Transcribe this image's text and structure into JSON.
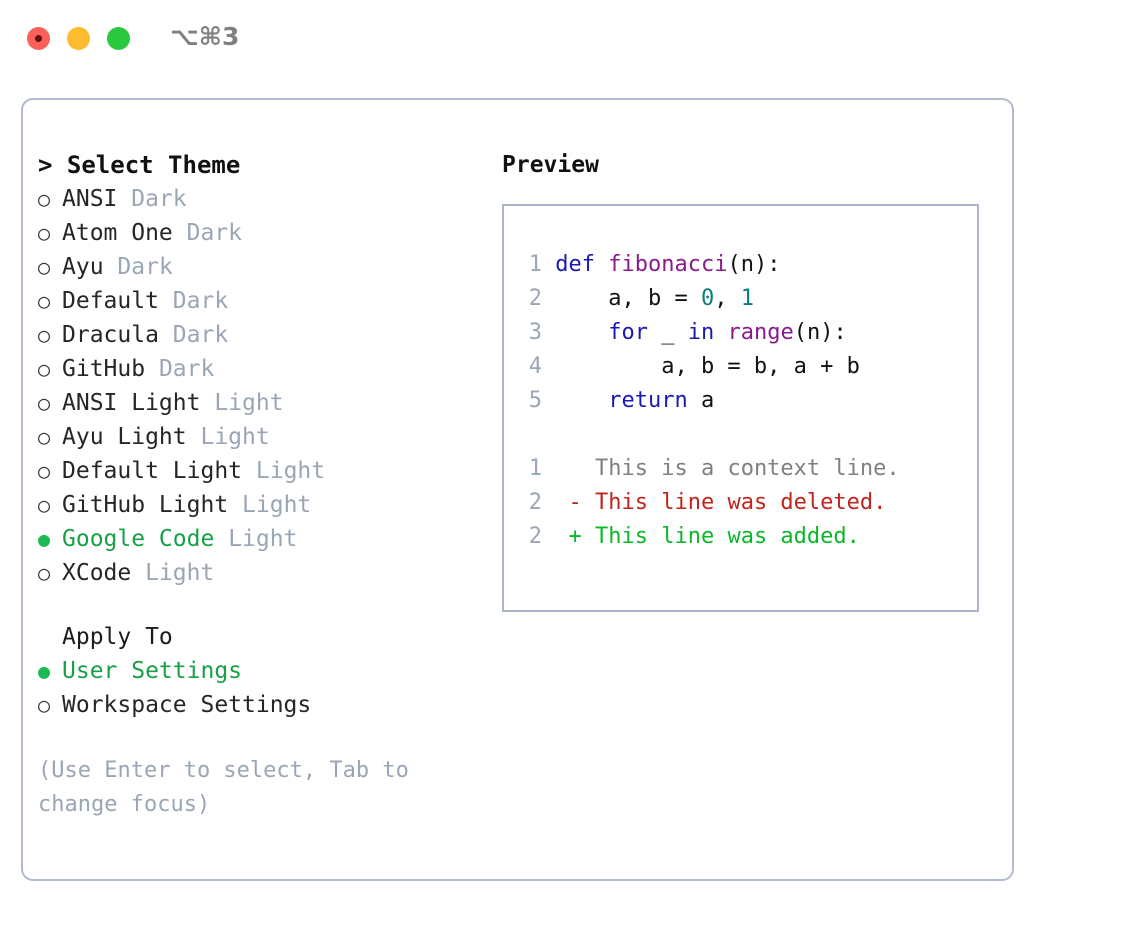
{
  "titlebar": {
    "shortcut": "⌥⌘3",
    "buttons": {
      "close": "close-button",
      "minimize": "minimize-button",
      "maximize": "maximize-button"
    },
    "colors": {
      "close": "#fc6058",
      "minimize": "#fdbc2f",
      "maximize": "#2bc840"
    }
  },
  "theme_picker": {
    "header": "> Select Theme",
    "options": [
      {
        "bullet": "○",
        "name": "ANSI",
        "category": "Dark",
        "selected": false
      },
      {
        "bullet": "○",
        "name": "Atom One",
        "category": "Dark",
        "selected": false
      },
      {
        "bullet": "○",
        "name": "Ayu",
        "category": "Dark",
        "selected": false
      },
      {
        "bullet": "○",
        "name": "Default",
        "category": "Dark",
        "selected": false
      },
      {
        "bullet": "○",
        "name": "Dracula",
        "category": "Dark",
        "selected": false
      },
      {
        "bullet": "○",
        "name": "GitHub",
        "category": "Dark",
        "selected": false
      },
      {
        "bullet": "○",
        "name": "ANSI Light",
        "category": "Light",
        "selected": false
      },
      {
        "bullet": "○",
        "name": "Ayu Light",
        "category": "Light",
        "selected": false
      },
      {
        "bullet": "○",
        "name": "Default Light",
        "category": "Light",
        "selected": false
      },
      {
        "bullet": "○",
        "name": "GitHub Light",
        "category": "Light",
        "selected": false
      },
      {
        "bullet": "●",
        "name": "Google Code",
        "category": "Light",
        "selected": true
      },
      {
        "bullet": "○",
        "name": "XCode",
        "category": "Light",
        "selected": false
      }
    ]
  },
  "apply_to": {
    "header": "Apply To",
    "options": [
      {
        "bullet": "●",
        "name": "User Settings",
        "selected": true
      },
      {
        "bullet": "○",
        "name": "Workspace Settings",
        "selected": false
      }
    ]
  },
  "hint": "(Use Enter to select, Tab to change focus)",
  "preview": {
    "title": "Preview",
    "code_lines": [
      {
        "num": "1",
        "tokens": [
          {
            "t": "def",
            "c": "kw"
          },
          {
            "t": " ",
            "c": "pl"
          },
          {
            "t": "fibonacci",
            "c": "fn"
          },
          {
            "t": "(n):",
            "c": "pl"
          }
        ]
      },
      {
        "num": "2",
        "tokens": [
          {
            "t": "    a, b = ",
            "c": "pl"
          },
          {
            "t": "0",
            "c": "num"
          },
          {
            "t": ", ",
            "c": "pl"
          },
          {
            "t": "1",
            "c": "num"
          }
        ]
      },
      {
        "num": "3",
        "tokens": [
          {
            "t": "    ",
            "c": "pl"
          },
          {
            "t": "for",
            "c": "kw"
          },
          {
            "t": " _ ",
            "c": "pl"
          },
          {
            "t": "in",
            "c": "kw"
          },
          {
            "t": " ",
            "c": "pl"
          },
          {
            "t": "range",
            "c": "fn"
          },
          {
            "t": "(n):",
            "c": "pl"
          }
        ]
      },
      {
        "num": "4",
        "tokens": [
          {
            "t": "        a, b = b, a + b",
            "c": "pl"
          }
        ]
      },
      {
        "num": "5",
        "tokens": [
          {
            "t": "    ",
            "c": "pl"
          },
          {
            "t": "return",
            "c": "kw"
          },
          {
            "t": " a",
            "c": "pl"
          }
        ]
      }
    ],
    "diff_lines": [
      {
        "num": "1",
        "marker": "  ",
        "text": "This is a context line.",
        "kind": "ctx"
      },
      {
        "num": "2",
        "marker": "- ",
        "text": "This line was deleted.",
        "kind": "del"
      },
      {
        "num": "2",
        "marker": "+ ",
        "text": "This line was added.",
        "kind": "add"
      }
    ]
  },
  "colors": {
    "accent_green": "#18a048",
    "muted": "#9aa6b5",
    "border": "#b0bcce",
    "keyword": "#1a1ab0",
    "function": "#8b1a8b",
    "number": "#0a7e7e",
    "deleted": "#c0241c",
    "added": "#0bb82b"
  }
}
